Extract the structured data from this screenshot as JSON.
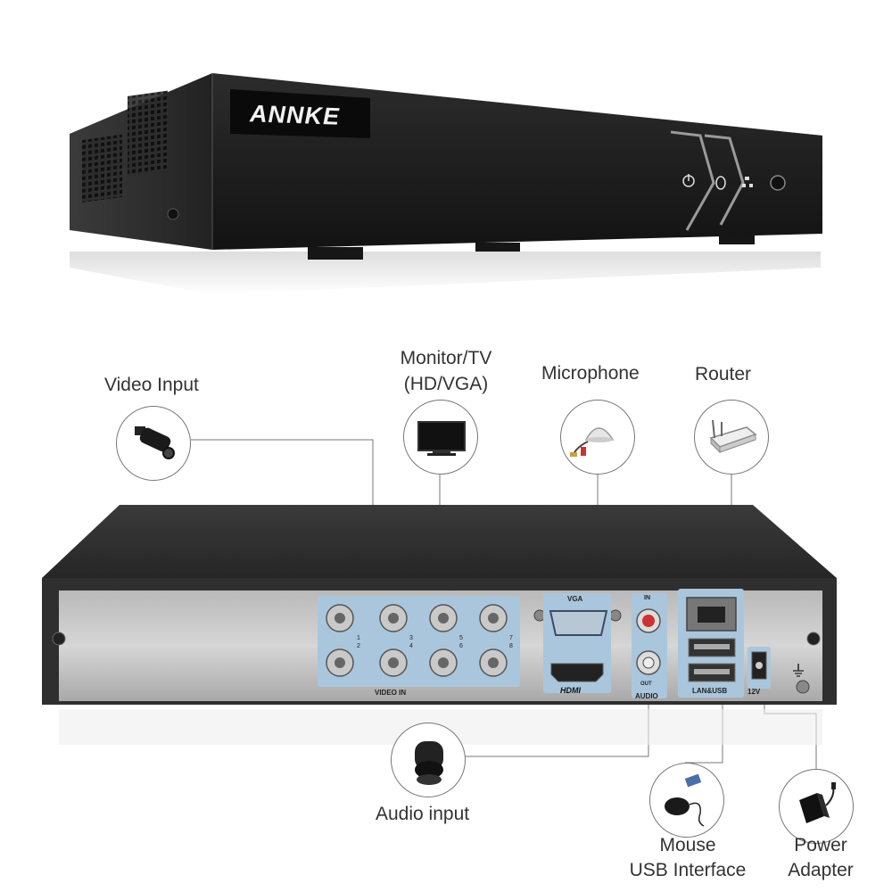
{
  "brand": {
    "logo_text": "ANNKE"
  },
  "labels": {
    "video_input": "Video Input",
    "monitor_line1": "Monitor/TV",
    "monitor_line2": "(HD/VGA)",
    "microphone": "Microphone",
    "router": "Router",
    "audio_input": "Audio input",
    "mouse_line1": "Mouse",
    "mouse_line2": "USB Interface",
    "power_line1": "Power",
    "power_line2": "Adapter"
  },
  "ports": {
    "video_in": "VIDEO IN",
    "vga": "VGA",
    "hdmi": "HDMI",
    "audio_in": "IN",
    "audio_out": "OUT",
    "audio": "AUDIO",
    "lan_usb": "LAN&USB",
    "power": "12V",
    "channel_numbers": [
      "1",
      "2",
      "3",
      "4",
      "5",
      "6",
      "7",
      "8"
    ]
  },
  "front_indicators": [
    "power-icon",
    "hdd-icon",
    "network-icon"
  ]
}
